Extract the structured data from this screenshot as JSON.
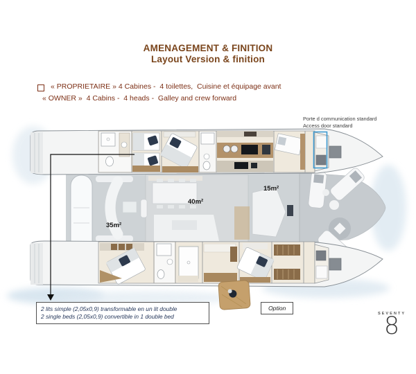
{
  "header": {
    "title_line1": "AMENAGEMENT & FINITION",
    "title_line2": "Layout Version & finition"
  },
  "spec": {
    "line_fr": "« PROPRIETAIRE » 4 Cabines -  4 toilettes,  Cuisine et équipage avant",
    "line_en": "« OWNER »  4 Cabins -  4 heads -  Galley and crew forward"
  },
  "door_note": {
    "line_fr": "Porte d communication standard",
    "line_en": "Access door standard"
  },
  "areas": {
    "aft_cockpit": "35m²",
    "salon": "40m²",
    "fwd_cockpit": "15m²"
  },
  "bed_note": {
    "line_fr": "2 lits simple (2,05x0,9) transformable en  un lit double",
    "line_en": "2 single beds (2,05x0,9) convertible in 1 double bed"
  },
  "option": {
    "label": "Option"
  },
  "brand": {
    "name": "SEVENTY",
    "numeral": "8"
  },
  "colors": {
    "title_text": "#7a451c",
    "spec_text": "#7c2f15",
    "note_text": "#24365a",
    "door_highlight": "#3f9ad1",
    "wood": "#b3926a",
    "pillow": "#2d3a4d",
    "deck": "#ced3d6"
  }
}
